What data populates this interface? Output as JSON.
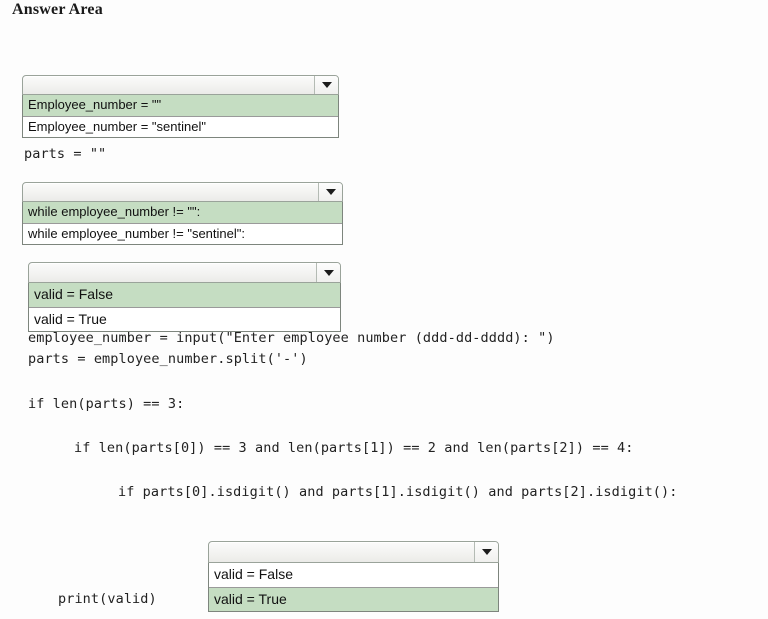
{
  "page": {
    "title": "Answer Area"
  },
  "dropdowns": [
    {
      "id": "dropdown-1",
      "selected_value": "",
      "options": [
        {
          "label": "Employee_number = \"\"",
          "selected": true
        },
        {
          "label": "Employee_number = \"sentinel\"",
          "selected": false
        }
      ]
    },
    {
      "id": "dropdown-2",
      "selected_value": "",
      "options": [
        {
          "label": "while employee_number != \"\":",
          "selected": true
        },
        {
          "label": "while employee_number != \"sentinel\":",
          "selected": false
        }
      ]
    },
    {
      "id": "dropdown-3",
      "selected_value": "",
      "options": [
        {
          "label": "valid = False",
          "selected": true
        },
        {
          "label": "valid = True",
          "selected": false
        }
      ]
    },
    {
      "id": "dropdown-4",
      "selected_value": "",
      "options": [
        {
          "label": "valid = False",
          "selected": false
        },
        {
          "label": "valid = True",
          "selected": true
        }
      ]
    }
  ],
  "code": {
    "line_parts_init": "parts = \"\"",
    "line_input": "employee_number = input(\"Enter employee number (ddd-dd-dddd): \")",
    "line_split": "parts = employee_number.split('-')",
    "line_if_len_parts": "if len(parts) == 3:",
    "line_if_len_each": "if len(parts[0]) == 3 and len(parts[1]) == 2 and len(parts[2]) == 4:",
    "line_if_isdigit": "if parts[0].isdigit() and parts[1].isdigit() and parts[2].isdigit():",
    "line_print": "print(valid)"
  },
  "colors": {
    "selected_highlight": "#c5ddc2",
    "background": "#fdfdfd",
    "text": "#222222",
    "border": "#7d857d"
  },
  "icons": {
    "dropdown_arrow": "chevron-down-icon"
  }
}
